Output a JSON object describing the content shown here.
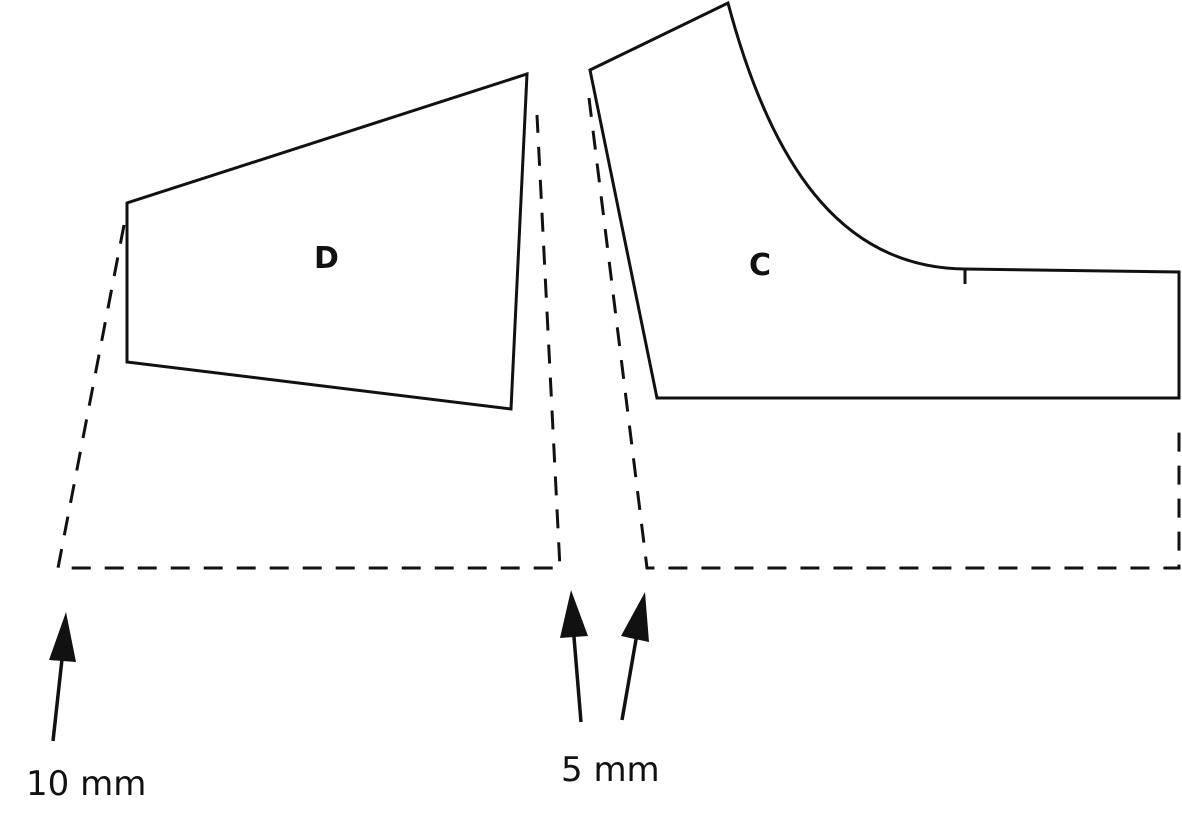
{
  "pieces": {
    "d": {
      "label": "D"
    },
    "c": {
      "label": "C"
    }
  },
  "dimensions": {
    "left": "10 mm",
    "middle": "5 mm"
  },
  "colors": {
    "line": "#111111",
    "background": "#ffffff"
  }
}
